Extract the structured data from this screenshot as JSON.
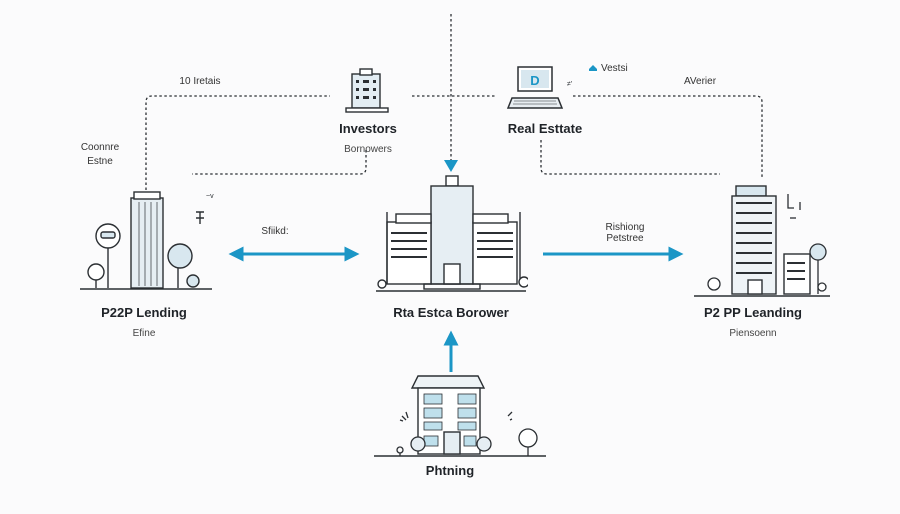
{
  "colors": {
    "accent": "#1b96c6",
    "line": "#2b2f33",
    "fill_light": "#d8e7ef",
    "background": "#fbfbfc"
  },
  "annotations": {
    "top_left": "10 Iretais",
    "left_side": [
      "Coonnre",
      "Estne"
    ],
    "top_right_badge": "Vestsi",
    "top_right": "AVerier",
    "left_arrow": "Sfiikd:",
    "right_arrow": [
      "Rishiong",
      "Petstree"
    ]
  },
  "nodes": {
    "investors": {
      "title": "Investors",
      "subtitle": "Bornowers",
      "icon": "office-building-icon"
    },
    "real_estate": {
      "title": "Real Esttate",
      "icon": "laptop-icon"
    },
    "left_lending": {
      "title": "P22P Lending",
      "subtitle": "Efine",
      "icon": "skyscraper-icon"
    },
    "center_borrower": {
      "title": "Rta Estca Borower",
      "icon": "campus-building-icon"
    },
    "right_lending": {
      "title": "P2 PP Leanding",
      "subtitle": "Piensoenn",
      "icon": "tower-building-icon"
    },
    "bottom": {
      "title": "Phtning",
      "icon": "apartment-building-icon"
    }
  },
  "edges": [
    {
      "from": "left_lending",
      "to": "center_borrower",
      "type": "bidirectional",
      "label": "Sfiikd:"
    },
    {
      "from": "center_borrower",
      "to": "right_lending",
      "type": "directed",
      "label": "Rishiong Petstree"
    },
    {
      "from": "bottom",
      "to": "center_borrower",
      "type": "directed"
    },
    {
      "from": "top",
      "to": "center_borrower",
      "type": "directed-dashed"
    },
    {
      "from": "left_lending",
      "to": "investors",
      "type": "dashed"
    },
    {
      "from": "real_estate",
      "to": "right_lending",
      "type": "dashed"
    }
  ]
}
